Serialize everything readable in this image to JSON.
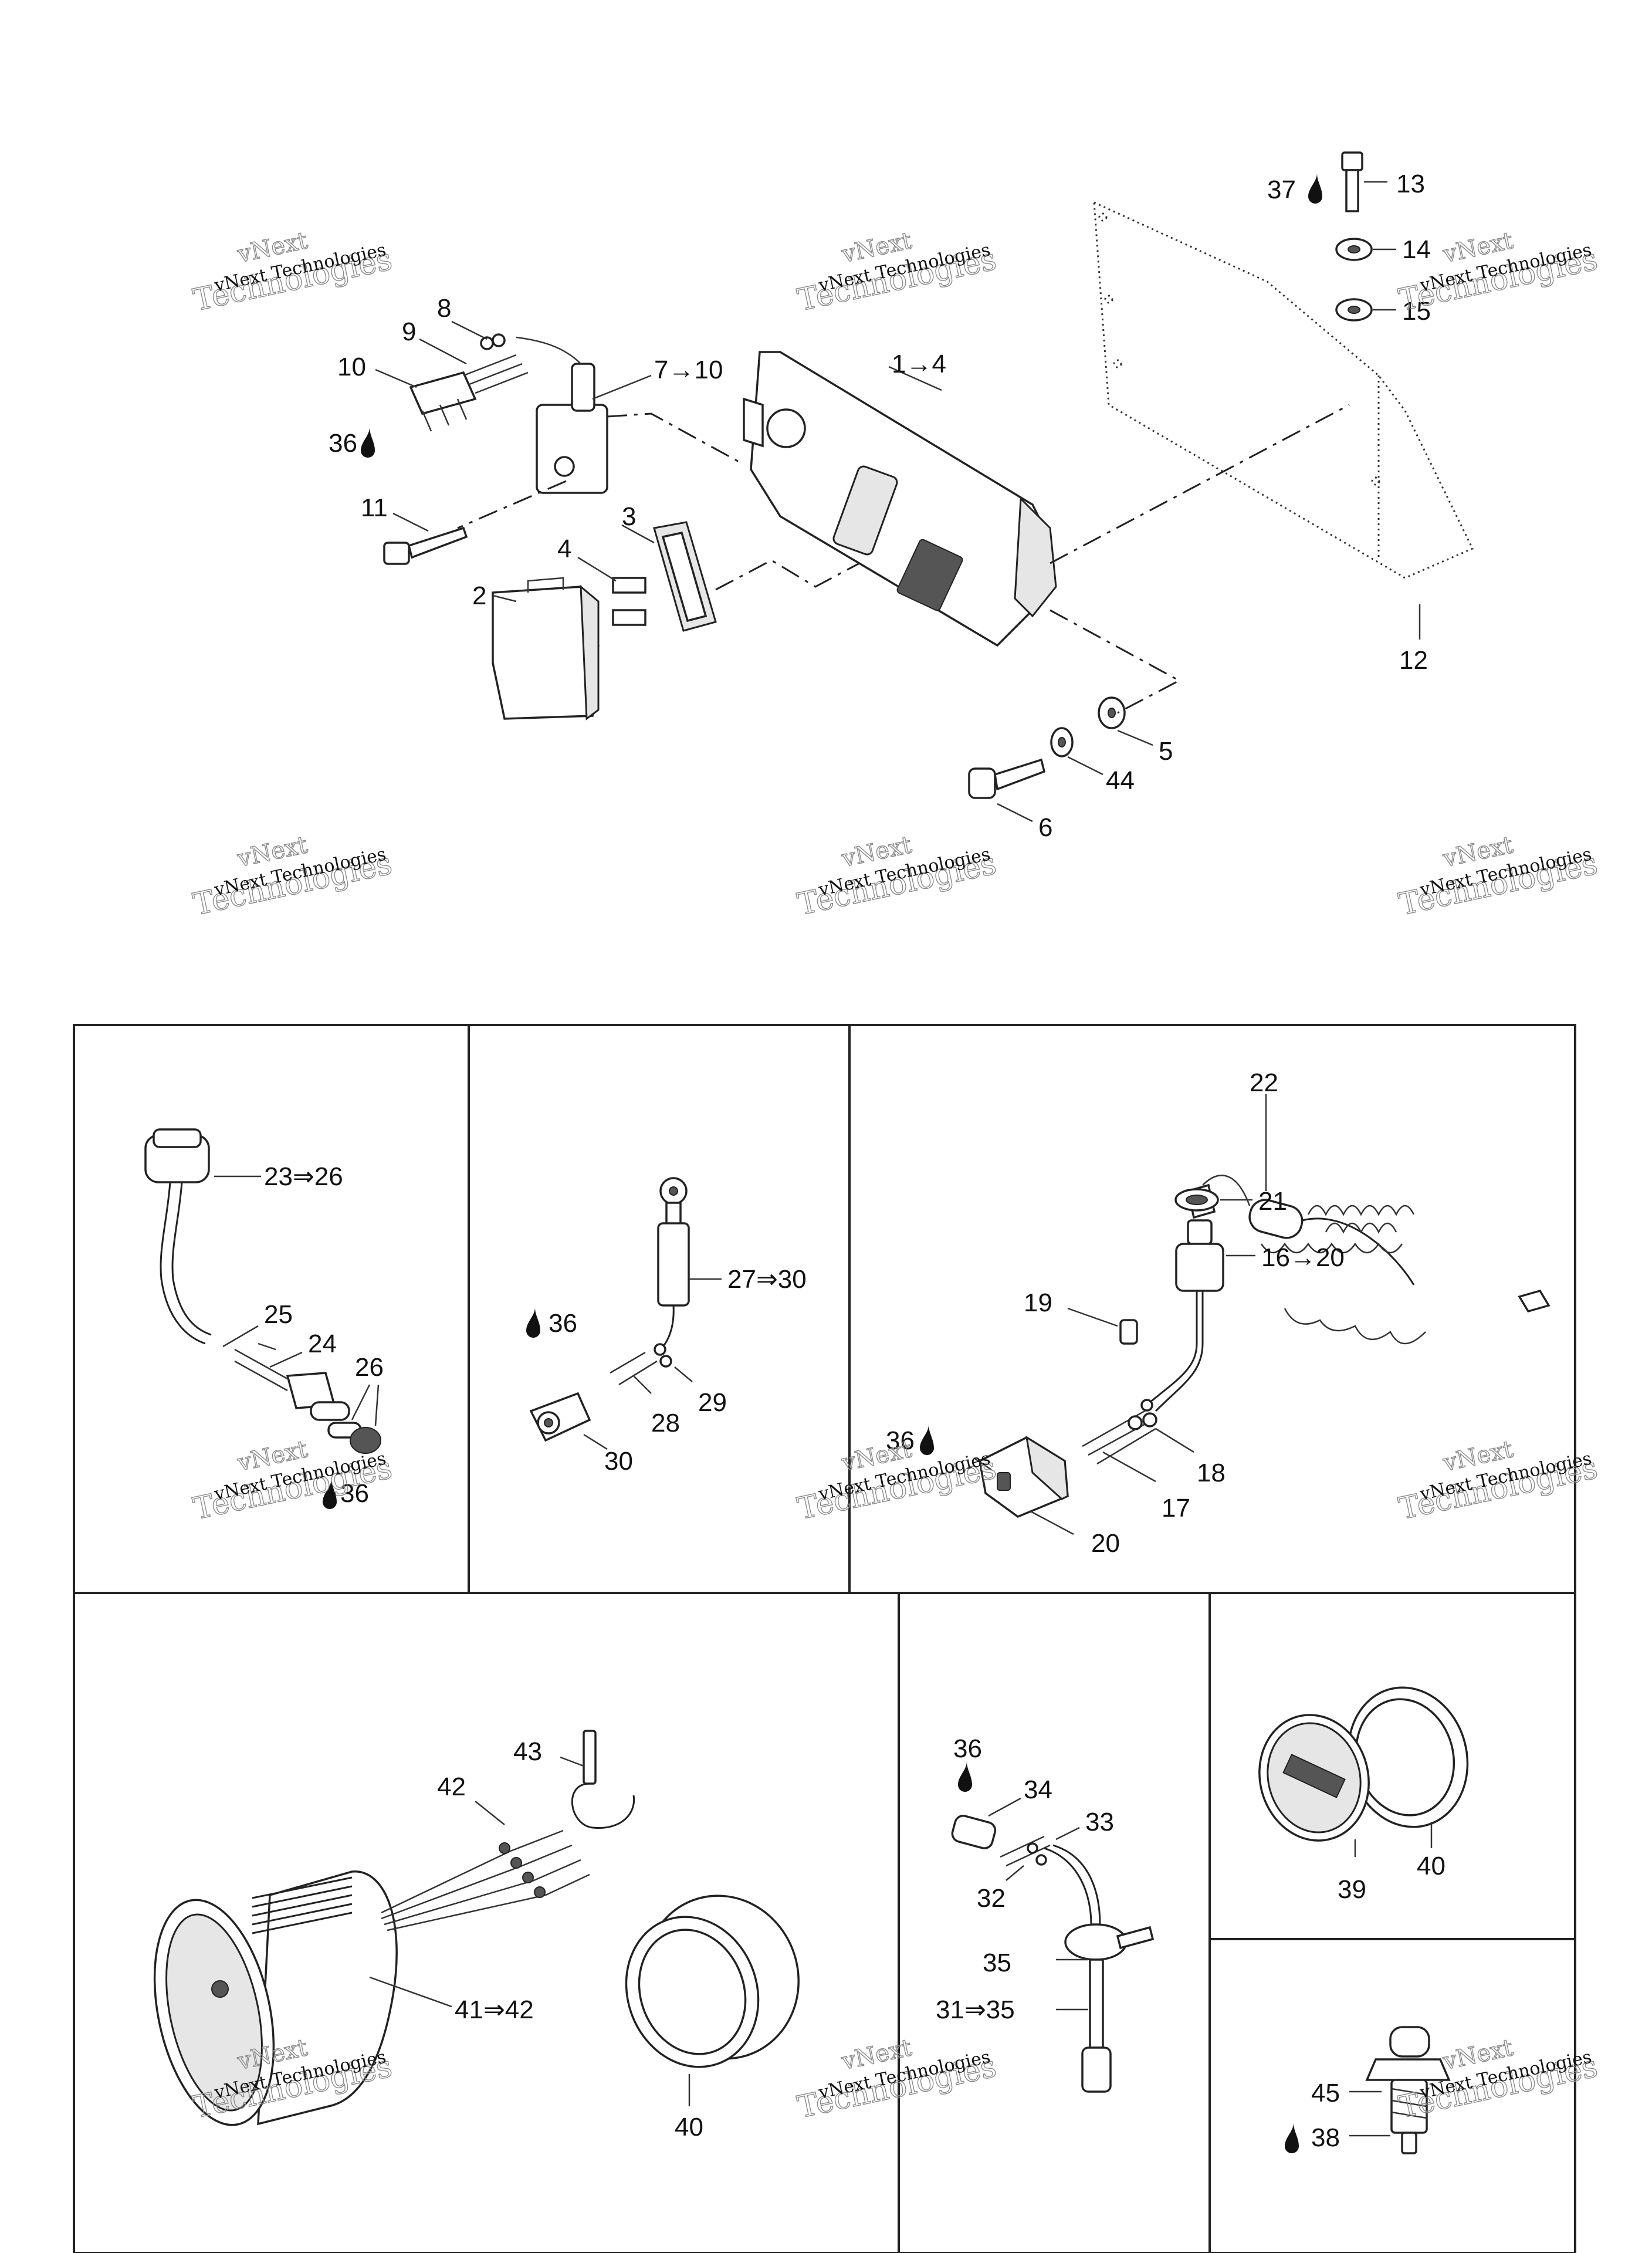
{
  "watermark": {
    "line1": "vNext",
    "line2": "Technologies",
    "small": "vNext Technologies"
  },
  "callouts": {
    "c13": "13",
    "c37": "37",
    "c14": "14",
    "c15": "15",
    "c8": "8",
    "c9": "9",
    "c10": "10",
    "c7_10": "7→10",
    "c1_4": "1→4",
    "c36a": "36",
    "c11": "11",
    "c3": "3",
    "c4": "4",
    "c2": "2",
    "c12": "12",
    "c5": "5",
    "c44": "44",
    "c6": "6",
    "c23_26": "23⇒26",
    "c25": "25",
    "c24": "24",
    "c26": "26",
    "c36b": "36",
    "c27_30": "27⇒30",
    "c36c": "36",
    "c29": "29",
    "c28": "28",
    "c30": "30",
    "c22": "22",
    "c21": "21",
    "c16_20": "16→20",
    "c19": "19",
    "c36d": "36",
    "c18": "18",
    "c17": "17",
    "c20": "20",
    "c43": "43",
    "c42": "42",
    "c41_42": "41⇒42",
    "c40a": "40",
    "c36e": "36",
    "c34": "34",
    "c33": "33",
    "c32": "32",
    "c35": "35",
    "c31_35": "31⇒35",
    "c40b": "40",
    "c39": "39",
    "c45": "45",
    "c38": "38"
  },
  "icons": {
    "drop": "oil-drop-icon"
  }
}
